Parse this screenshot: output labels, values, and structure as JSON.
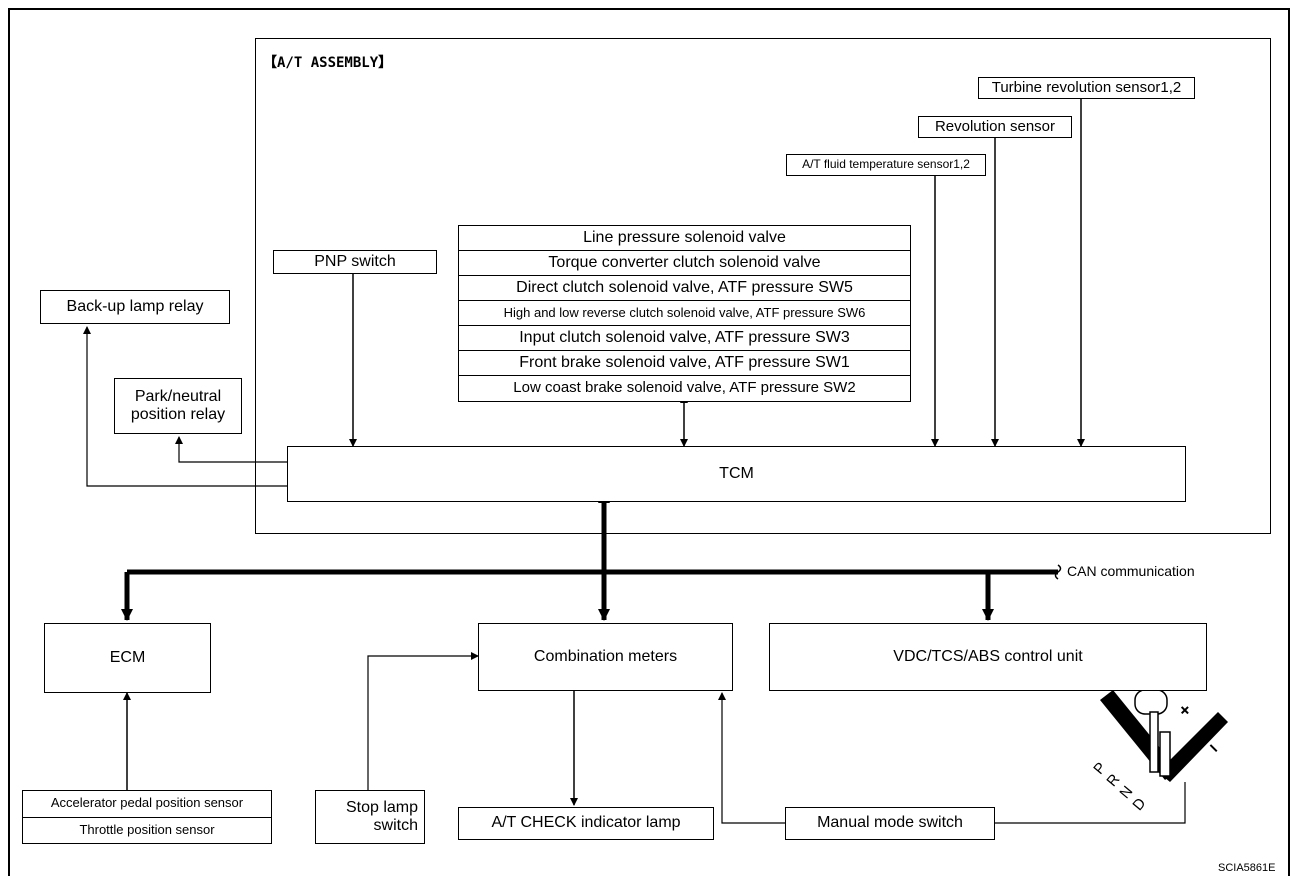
{
  "title": "【A/T ASSEMBLY】",
  "figure_id": "SCIA5861E",
  "bus_label": "CAN communication",
  "tcm": "TCM",
  "pnp_switch": "PNP switch",
  "backup_lamp_relay": "Back-up lamp relay",
  "park_neutral_relay": [
    "Park/neutral",
    "position relay"
  ],
  "solenoids": [
    "Line pressure solenoid valve",
    "Torque converter clutch solenoid valve",
    "Direct clutch solenoid valve, ATF pressure SW5",
    "High and low reverse clutch solenoid valve, ATF pressure SW6",
    "Input clutch solenoid valve, ATF pressure SW3",
    "Front brake solenoid valve, ATF pressure SW1",
    "Low coast brake solenoid valve, ATF pressure SW2"
  ],
  "sensors": {
    "turbine": "Turbine revolution sensor1,2",
    "revolution": "Revolution sensor",
    "fluid_temp": "A/T fluid temperature sensor1,2"
  },
  "ecm": "ECM",
  "combination_meters": "Combination meters",
  "vdc_unit": "VDC/TCS/ABS control unit",
  "accel_sensor": "Accelerator pedal position sensor",
  "throttle_sensor": "Throttle position sensor",
  "stop_lamp_switch": [
    "Stop lamp",
    "switch"
  ],
  "at_check_lamp": "A/T CHECK indicator lamp",
  "manual_mode_switch": "Manual mode switch",
  "shifter": {
    "positions": [
      "P",
      "R",
      "N",
      "D"
    ],
    "plus": "+",
    "minus": "−"
  }
}
